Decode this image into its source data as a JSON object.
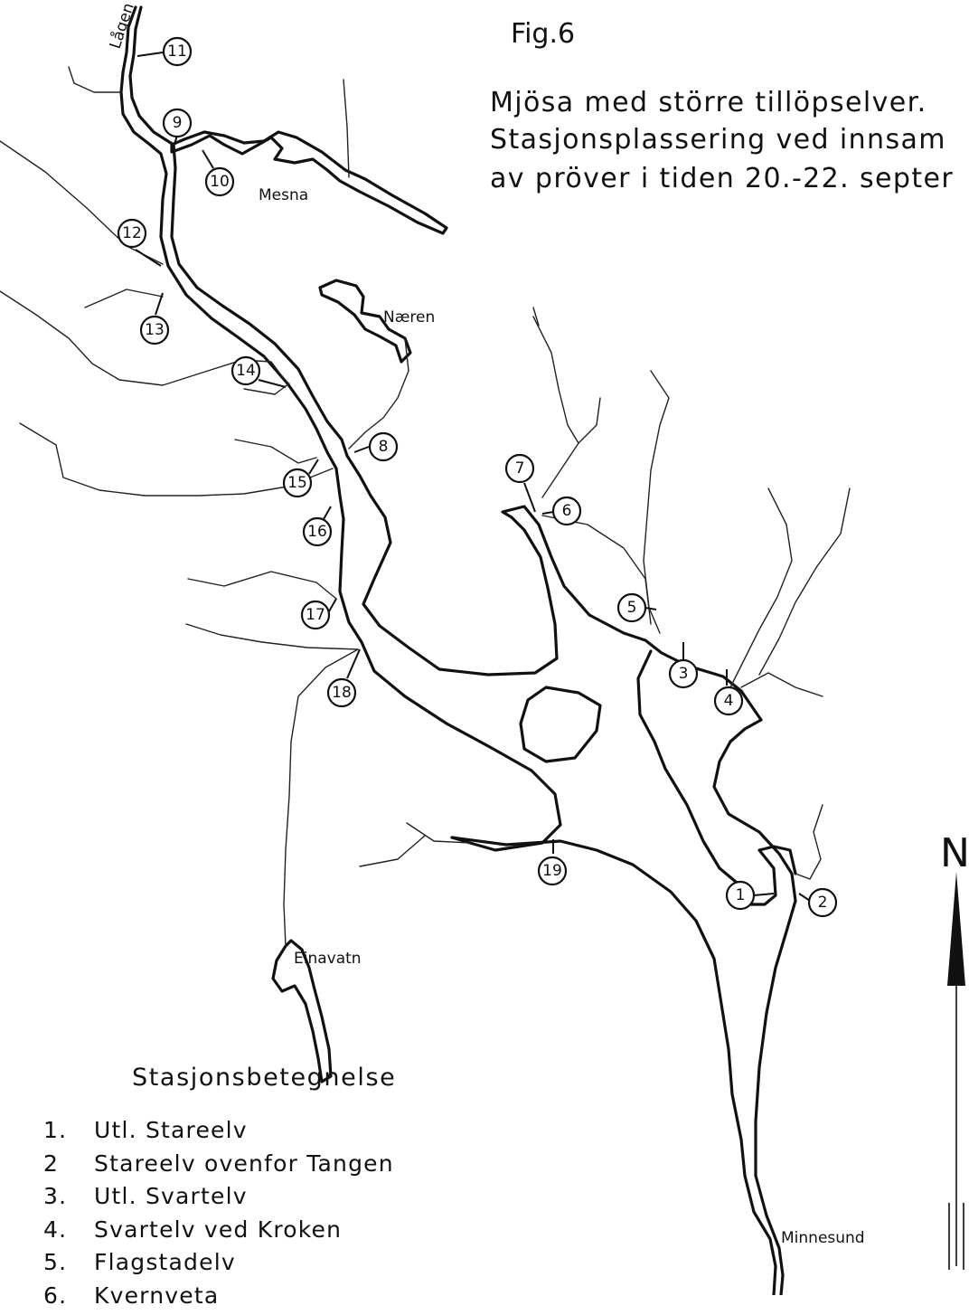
{
  "figure": {
    "label": "Fig.6",
    "caption_lines": [
      "Mjösa med större tillöpselver.",
      "Stasjonsplassering ved innsam",
      "av pröver i tiden 20.-22. septer"
    ]
  },
  "place_names": {
    "lagen": "Lågen",
    "mesna": "Mesna",
    "naeren": "Næren",
    "einavatn": "Einavatn",
    "minnesund": "Minnesund"
  },
  "stations": [
    "1",
    "2",
    "3",
    "4",
    "5",
    "6",
    "7",
    "8",
    "9",
    "10",
    "11",
    "12",
    "13",
    "14",
    "15",
    "16",
    "17",
    "18",
    "19"
  ],
  "legend": {
    "title": "Stasjonsbetegnelse",
    "items": [
      {
        "num": "1.",
        "name": "Utl. Stareelv"
      },
      {
        "num": "2",
        "name": "Stareelv ovenfor Tangen"
      },
      {
        "num": "3.",
        "name": "Utl. Svartelv"
      },
      {
        "num": "4.",
        "name": "Svartelv ved Kroken"
      },
      {
        "num": "5.",
        "name": "Flagstadelv"
      },
      {
        "num": "6.",
        "name": "Kvernveta"
      }
    ]
  },
  "north_arrow": {
    "label": "N"
  },
  "colors": {
    "ink": "#111111",
    "paper": "#ffffff"
  }
}
